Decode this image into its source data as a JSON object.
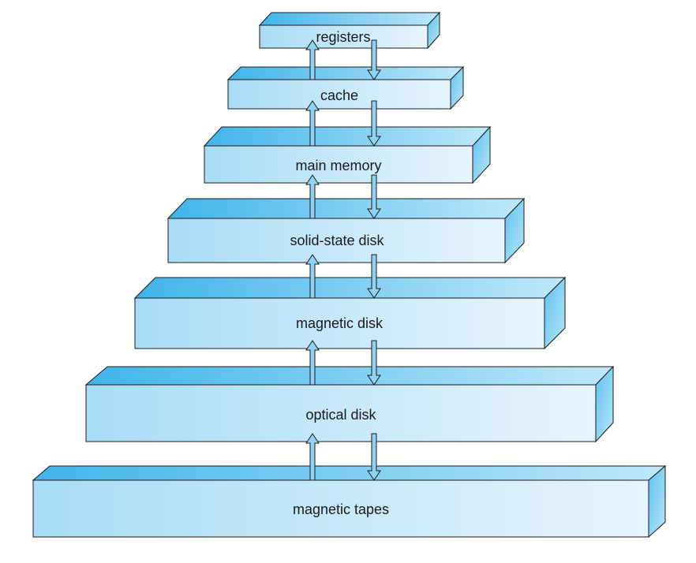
{
  "diagram": {
    "levels": [
      {
        "label": "registers"
      },
      {
        "label": "cache"
      },
      {
        "label": "main memory"
      },
      {
        "label": "solid-state disk"
      },
      {
        "label": "magnetic disk"
      },
      {
        "label": "optical disk"
      },
      {
        "label": "magnetic tapes"
      }
    ],
    "colors": {
      "front_left": "#a8dcf6",
      "front_right": "#e6f5fd",
      "top": "#56bfee",
      "side": "#7fcff3",
      "stroke": "#1a1a1a",
      "arrow_fill": "#8ed3f3"
    }
  }
}
